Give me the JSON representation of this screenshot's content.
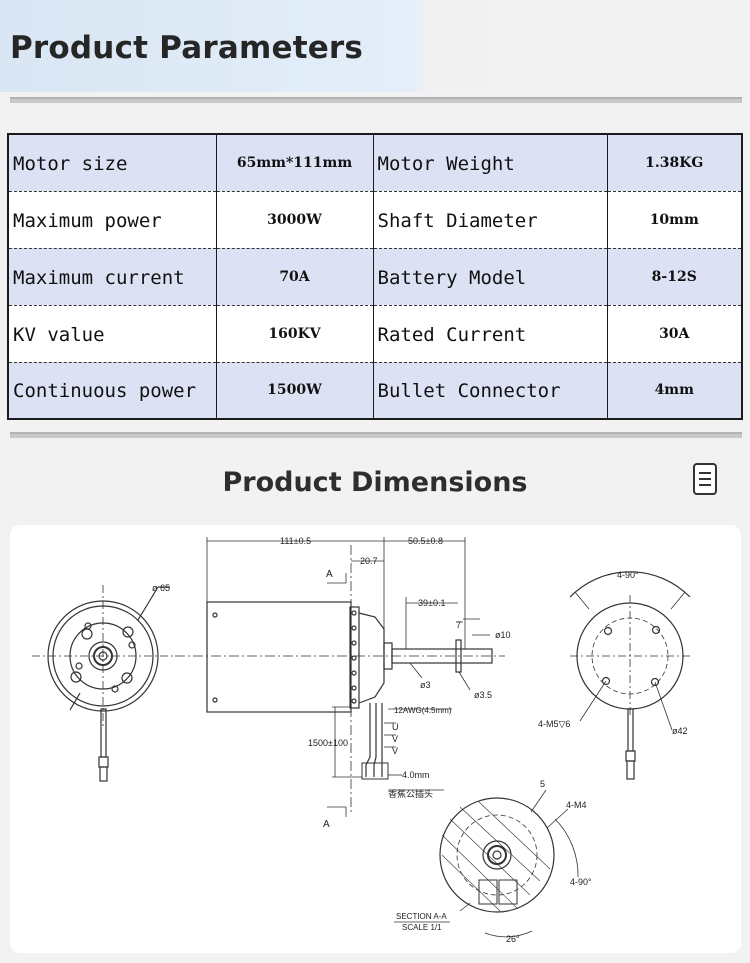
{
  "header": {
    "title": "Product Parameters"
  },
  "spec_table": [
    {
      "label1": "Motor size",
      "value1": "65mm*111mm",
      "label2": "Motor Weight",
      "value2": "1.38KG"
    },
    {
      "label1": "Maximum power",
      "value1": "3000W",
      "label2": "Shaft Diameter",
      "value2": "10mm"
    },
    {
      "label1": "Maximum current",
      "value1": "70A",
      "label2": "Battery Model",
      "value2": "8-12S"
    },
    {
      "label1": "KV value",
      "value1": "160KV",
      "label2": "Rated Current",
      "value2": "30A"
    },
    {
      "label1": "Continuous power",
      "value1": "1500W",
      "label2": "Bullet Connector",
      "value2": "4mm"
    }
  ],
  "dimensions": {
    "title": "Product Dimensions",
    "icon": "document-icon",
    "labels": {
      "dia65": "ø 65",
      "len111": "111±0.5",
      "len505": "50.5±0.8",
      "len207": "20.7",
      "len391": "39±0.1",
      "len7": "7",
      "shaft10": "ø10",
      "dia3": "ø3",
      "dia35": "ø3.5",
      "awg": "12AWG(4.5mm)",
      "u": "U",
      "v": "V",
      "w": "V",
      "lead": "1500±100",
      "conn": "4.0mm",
      "plug": "香蕉公插头",
      "secA1": "A",
      "secA2": "A",
      "ang90a": "4-90°",
      "m5": "4-M5▽6",
      "dia42": "ø42",
      "five": "5",
      "m4": "4-M4",
      "ang90b": "4-90°",
      "section": "SECTION A-A",
      "scale": "SCALE 1/1",
      "ang26": "26°"
    }
  }
}
